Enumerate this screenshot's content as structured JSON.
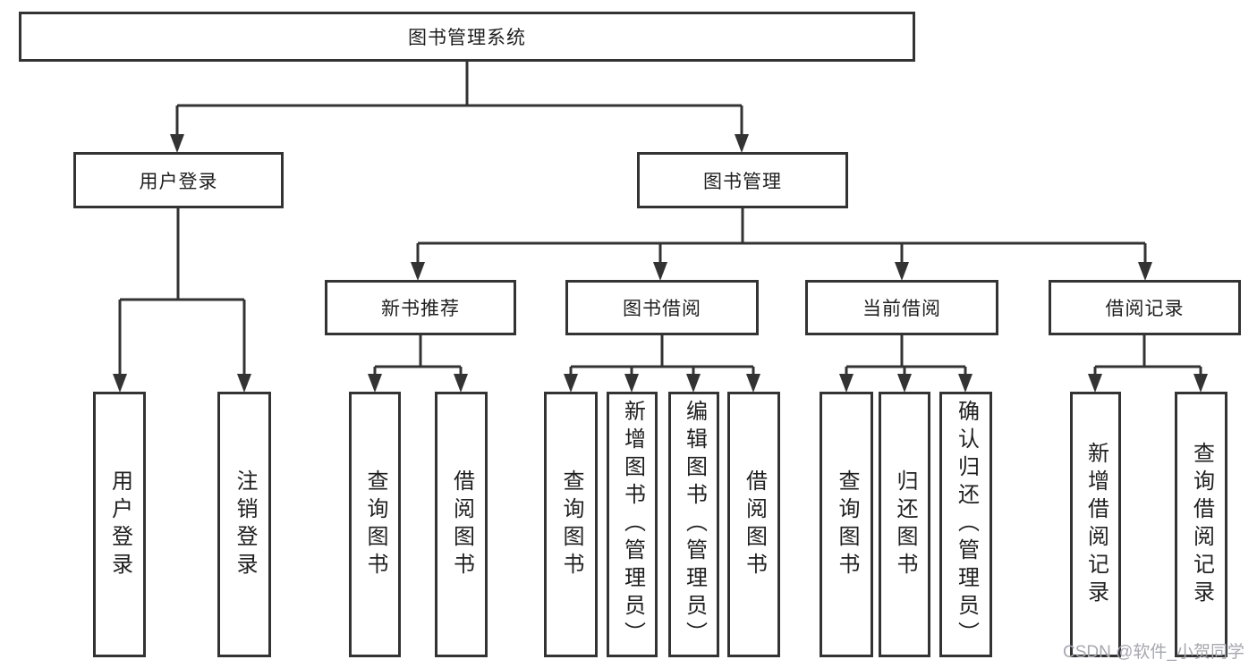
{
  "diagram": {
    "title": "图书管理系统",
    "root": {
      "label": "图书管理系统"
    },
    "level1": [
      {
        "label": "用户登录"
      },
      {
        "label": "图书管理"
      }
    ],
    "level2": [
      {
        "label": "新书推荐",
        "parent": "图书管理"
      },
      {
        "label": "图书借阅",
        "parent": "图书管理"
      },
      {
        "label": "当前借阅",
        "parent": "图书管理"
      },
      {
        "label": "借阅记录",
        "parent": "图书管理"
      }
    ],
    "leaves": [
      {
        "label": "用户登录",
        "parent": "用户登录"
      },
      {
        "label": "注销登录",
        "parent": "用户登录"
      },
      {
        "label": "查询图书",
        "parent": "新书推荐"
      },
      {
        "label": "借阅图书",
        "parent": "新书推荐"
      },
      {
        "label": "查询图书",
        "parent": "图书借阅"
      },
      {
        "label": "新增图书（管理员）",
        "parent": "图书借阅"
      },
      {
        "label": "编辑图书（管理员）",
        "parent": "图书借阅"
      },
      {
        "label": "借阅图书",
        "parent": "图书借阅"
      },
      {
        "label": "查询图书",
        "parent": "当前借阅"
      },
      {
        "label": "归还图书",
        "parent": "当前借阅"
      },
      {
        "label": "确认归还（管理员）",
        "parent": "当前借阅"
      },
      {
        "label": "新增借阅记录",
        "parent": "借阅记录"
      },
      {
        "label": "查询借阅记录",
        "parent": "借阅记录"
      }
    ],
    "colors": {
      "line": "#333333",
      "box_border": "#333333",
      "text": "#1f1f1f",
      "background": "#ffffff",
      "watermark": "#a7a7b1"
    }
  },
  "watermark": {
    "text": "CSDN @软件_小贺同学"
  }
}
